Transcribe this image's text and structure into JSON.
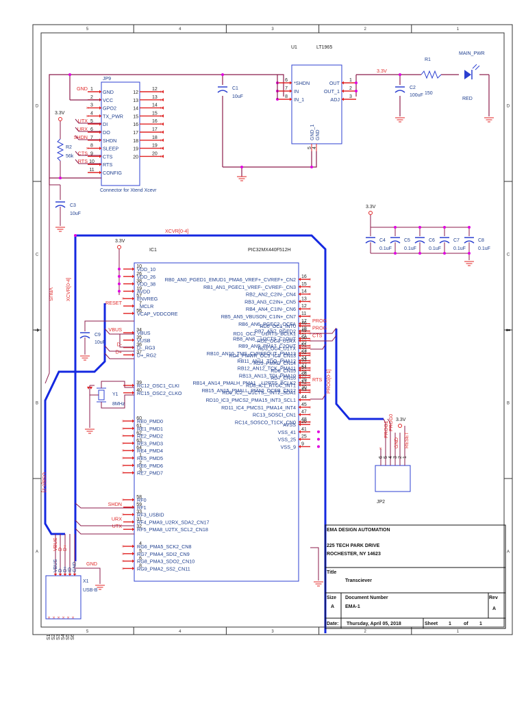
{
  "frame": {
    "columns": [
      "5",
      "4",
      "3",
      "2",
      "1"
    ],
    "rows": [
      "D",
      "C",
      "B",
      "A"
    ]
  },
  "colors": {
    "wire": "#8b1a4a",
    "bus": "#1428e0",
    "pin_line": "#e02020",
    "part_outline": "#2b3fd0",
    "net_label": "#e02828",
    "junction": "#e000e0",
    "ground": "#e02020",
    "text": "#1f3f8f"
  },
  "jp9": {
    "ref": "JP9",
    "caption": "Connector for Xtend Xcevr",
    "left_pins": [
      {
        "num": "1",
        "name": "GND",
        "net": "GND"
      },
      {
        "num": "2",
        "name": "VCC",
        "net": ""
      },
      {
        "num": "3",
        "name": "GPO2",
        "net": ""
      },
      {
        "num": "4",
        "name": "TX_PWR",
        "net": ""
      },
      {
        "num": "5",
        "name": "DI",
        "net": "UTX"
      },
      {
        "num": "6",
        "name": "DO",
        "net": "URX"
      },
      {
        "num": "7",
        "name": "SHDN",
        "net": "SHDN"
      },
      {
        "num": "8",
        "name": "SLEEP",
        "net": ""
      },
      {
        "num": "9",
        "name": "CTS",
        "net": "CTS"
      },
      {
        "num": "10",
        "name": "RTS",
        "net": "RTS"
      },
      {
        "num": "11",
        "name": "CONFIG",
        "net": ""
      }
    ],
    "right_pins": [
      "12",
      "13",
      "14",
      "15",
      "16",
      "17",
      "18",
      "19",
      "20"
    ]
  },
  "r2": {
    "ref": "R2",
    "value": "56k",
    "supply": "3.3V"
  },
  "c3": {
    "ref": "C3",
    "value": "10uF"
  },
  "c1": {
    "ref": "C1",
    "value": "10uF"
  },
  "u1": {
    "ref": "U1",
    "part": "LT1965",
    "left_pins": [
      {
        "num": "6",
        "name": "*SHDN"
      },
      {
        "num": "7",
        "name": "IN"
      },
      {
        "num": "8",
        "name": "IN_1"
      }
    ],
    "right_pins": [
      {
        "num": "1",
        "name": "OUT"
      },
      {
        "num": "2",
        "name": "OUT_1"
      },
      {
        "num": "3",
        "name": "ADJ"
      }
    ],
    "bottom_pins": [
      {
        "num": "5",
        "name": "GND_1"
      },
      {
        "num": "4",
        "name": "GND"
      }
    ],
    "out_net": "3.3V"
  },
  "c2": {
    "ref": "C2",
    "value": "100uF"
  },
  "r1": {
    "ref": "R1",
    "value": "150"
  },
  "led": {
    "ref": "MAIN_PWR",
    "value": "RED"
  },
  "decoupling": {
    "supply": "3.3V",
    "caps": [
      {
        "ref": "C4",
        "value": "0.1uF"
      },
      {
        "ref": "C5",
        "value": "0.1uF"
      },
      {
        "ref": "C6",
        "value": "0.1uF"
      },
      {
        "ref": "C7",
        "value": "0.1uF"
      },
      {
        "ref": "C8",
        "value": "0.1uF"
      }
    ]
  },
  "buses": {
    "xcvr_top": "XCVR[0-4]",
    "xcvr_vertical": "XCVR[0-4]",
    "vbus": "VBUS",
    "usb": "USB[0-2]",
    "prog": "PROG[0-1]"
  },
  "ic1": {
    "ref": "IC1",
    "part": "PIC32MX440F512H",
    "supply": "3.3V",
    "left_groups": [
      [
        {
          "num": "10",
          "name": "VDD_10",
          "net": ""
        },
        {
          "num": "26",
          "name": "VDD_26",
          "net": ""
        },
        {
          "num": "38",
          "name": "VDD_38",
          "net": ""
        },
        {
          "num": "19",
          "name": "AVDD",
          "net": ""
        },
        {
          "num": "57",
          "name": "ENVREG",
          "net": ""
        },
        {
          "num": "7",
          "name": "_MCLR",
          "net": "RESET"
        },
        {
          "num": "56",
          "name": "VCAP_VDDCORE",
          "net": ""
        }
      ],
      [
        {
          "num": "34",
          "name": "VBUS",
          "net": "VBUS"
        },
        {
          "num": "35",
          "name": "VUSB",
          "net": ""
        },
        {
          "num": "36",
          "name": "D-_RG3",
          "net": "D-"
        },
        {
          "num": "37",
          "name": "D+_RG2",
          "net": "D+"
        }
      ],
      [
        {
          "num": "39",
          "name": "RC12_OSC1_CLKI",
          "net": ""
        },
        {
          "num": "40",
          "name": "RC15_OSC2_CLKO",
          "net": ""
        }
      ],
      [
        {
          "num": "60",
          "name": "RE0_PMD0",
          "net": ""
        },
        {
          "num": "61",
          "name": "RE1_PMD1",
          "net": ""
        },
        {
          "num": "62",
          "name": "RE2_PMD2",
          "net": ""
        },
        {
          "num": "63",
          "name": "RE3_PMD3",
          "net": ""
        },
        {
          "num": "64",
          "name": "RE4_PMD4",
          "net": ""
        },
        {
          "num": "1",
          "name": "RE5_PMD5",
          "net": ""
        },
        {
          "num": "2",
          "name": "RE6_PMD6",
          "net": ""
        },
        {
          "num": "3",
          "name": "RE7_PMD7",
          "net": ""
        }
      ],
      [
        {
          "num": "58",
          "name": "RF0",
          "net": ""
        },
        {
          "num": "59",
          "name": "RF1",
          "net": "SHDN"
        },
        {
          "num": "33",
          "name": "RF3_USBID",
          "net": ""
        },
        {
          "num": "31",
          "name": "RF4_PMA9_U2RX_SDA2_CN17",
          "net": "URX"
        },
        {
          "num": "32",
          "name": "RF5_PMA8_U2TX_SCL2_CN18",
          "net": "UTX"
        }
      ],
      [
        {
          "num": "4",
          "name": "RG6_PMA5_SCK2_CN8",
          "net": ""
        },
        {
          "num": "5",
          "name": "RG7_PMA4_SDI2_CN9",
          "net": ""
        },
        {
          "num": "6",
          "name": "RG8_PMA3_SDO2_CN10",
          "net": ""
        },
        {
          "num": "8",
          "name": "RG9_PMA2_SS2_CN11",
          "net": ""
        }
      ]
    ],
    "right_groups": [
      [
        {
          "num": "16",
          "name": "RB0_AN0_PGED1_EMUD1_PMA6_VREF+_CVREF+_CN2",
          "net": ""
        },
        {
          "num": "15",
          "name": "RB1_AN1_PGEC1_VREF-_CVREF-_CN3",
          "net": ""
        },
        {
          "num": "14",
          "name": "RB2_AN2_C2IN-_CN4",
          "net": ""
        },
        {
          "num": "13",
          "name": "RB3_AN3_C2IN+_CN5",
          "net": ""
        },
        {
          "num": "12",
          "name": "RB4_AN4_C1IN-_CN6",
          "net": ""
        },
        {
          "num": "11",
          "name": "RB5_AN5_VBUSON_C1IN+_CN7",
          "net": ""
        },
        {
          "num": "17",
          "name": "RB6_AN6_PGEC2_OCFA",
          "net": "PROG"
        },
        {
          "num": "18",
          "name": "RB7_AN7_PGED2",
          "net": "PROG"
        },
        {
          "num": "21",
          "name": "RB8_AN8__U2CTS_C1OUT",
          "net": "CTS"
        },
        {
          "num": "22",
          "name": "RB9_AN9_PMA7_C2OUT",
          "net": ""
        },
        {
          "num": "23",
          "name": "RB10_AN10_TMS_CVREFOUT_PMA13",
          "net": ""
        },
        {
          "num": "24",
          "name": "RB11_AN11_TDO_PMA12",
          "net": ""
        },
        {
          "num": "27",
          "name": "RB12_AN12_TCK_PMA11",
          "net": ""
        },
        {
          "num": "28",
          "name": "RB13_AN13_TDI_PMA10",
          "net": ""
        },
        {
          "num": "29",
          "name": "RB14_AN14_PMALH_PMA1__U2RTS_BCLK2",
          "net": "RTS"
        },
        {
          "num": "30",
          "name": "RB15_AN15_PMALL_PMA0_OCFB_CN12",
          "net": ""
        }
      ],
      [
        {
          "num": "46",
          "name": "RD0_OC1_INT0",
          "net": ""
        },
        {
          "num": "49",
          "name": "RD1_OC2__U1RTS_BCLK1",
          "net": ""
        },
        {
          "num": "50",
          "name": "RD2_OC3_U1RX",
          "net": ""
        },
        {
          "num": "51",
          "name": "RD3_OC4_U1TX",
          "net": ""
        },
        {
          "num": "52",
          "name": "RD4_PMWR_OC5_IC5_CN13",
          "net": ""
        },
        {
          "num": "53",
          "name": "RD5_PMRD_CN14",
          "net": ""
        },
        {
          "num": "54",
          "name": "RD6_CN15",
          "net": ""
        },
        {
          "num": "55",
          "name": "RD7_CN16",
          "net": ""
        },
        {
          "num": "42",
          "name": "RD8_IC1_RTCC_INT1",
          "net": ""
        },
        {
          "num": "43",
          "name": "RD9_IC2__U1CTS__INT2_SDA1",
          "net": ""
        },
        {
          "num": "44",
          "name": "RD10_IC3_PMCS2_PMA15_INT3_SCL1",
          "net": ""
        },
        {
          "num": "45",
          "name": "RD11_IC4_PMCS1_PMA14_INT4",
          "net": ""
        },
        {
          "num": "47",
          "name": "RC13_SOSCI_CN1",
          "net": ""
        },
        {
          "num": "48",
          "name": "RC14_SOSCO_T1CK_CN0",
          "net": ""
        }
      ],
      [
        {
          "num": "20",
          "name": "AVSS",
          "net": ""
        },
        {
          "num": "41",
          "name": "VSS_41",
          "net": ""
        },
        {
          "num": "25",
          "name": "VSS_25",
          "net": ""
        },
        {
          "num": "9",
          "name": "VSS_9",
          "net": ""
        }
      ]
    ]
  },
  "c9": {
    "ref": "C9",
    "value": "10uF"
  },
  "y1": {
    "ref": "Y1",
    "value": "8MHz"
  },
  "x1": {
    "ref": "X1",
    "part": "USB-B",
    "pins": [
      "VBUS",
      "D-",
      "D+",
      "ID",
      "GND"
    ],
    "net_labels": [
      "VBUS",
      "D-",
      "D+"
    ],
    "gnd_net": "GND",
    "bottom_pins": [
      "S1",
      "S2",
      "S3",
      "S4",
      "S5",
      "S6"
    ]
  },
  "jp2": {
    "ref": "JP2",
    "pin_nums": [
      "6",
      "5",
      "4",
      "3",
      "2",
      "1"
    ],
    "nets": [
      "PROG1",
      "PROG0",
      "GND",
      "RESET"
    ],
    "supply": "3.3V"
  },
  "title_block": {
    "company": "EMA DESIGN AUTOMATION",
    "address1": "225 TECH PARK DRIVE",
    "address2": "ROCHESTER, NY 14623",
    "title_label": "Title",
    "title": "Transciever",
    "size_label": "Size",
    "size": "A",
    "docnum_label": "Document Number",
    "docnum": "EMA-1",
    "rev_label": "Rev",
    "rev": "A",
    "date_label": "Date:",
    "date": "Thursday, April 05, 2018",
    "sheet_label": "Sheet",
    "sheet": "1",
    "of_label": "of",
    "sheet_total": "1"
  }
}
